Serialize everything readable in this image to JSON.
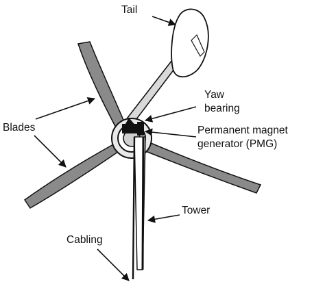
{
  "labels": {
    "tail": "Tail",
    "yaw_bearing_1": "Yaw",
    "yaw_bearing_2": "bearing",
    "pmg_1": "Permanent magnet",
    "pmg_2": "generator (PMG)",
    "blades": "Blades",
    "tower": "Tower",
    "cabling": "Cabling"
  },
  "colors": {
    "blade_fill": "#8a8a8a",
    "line": "#111111",
    "background": "#ffffff"
  }
}
